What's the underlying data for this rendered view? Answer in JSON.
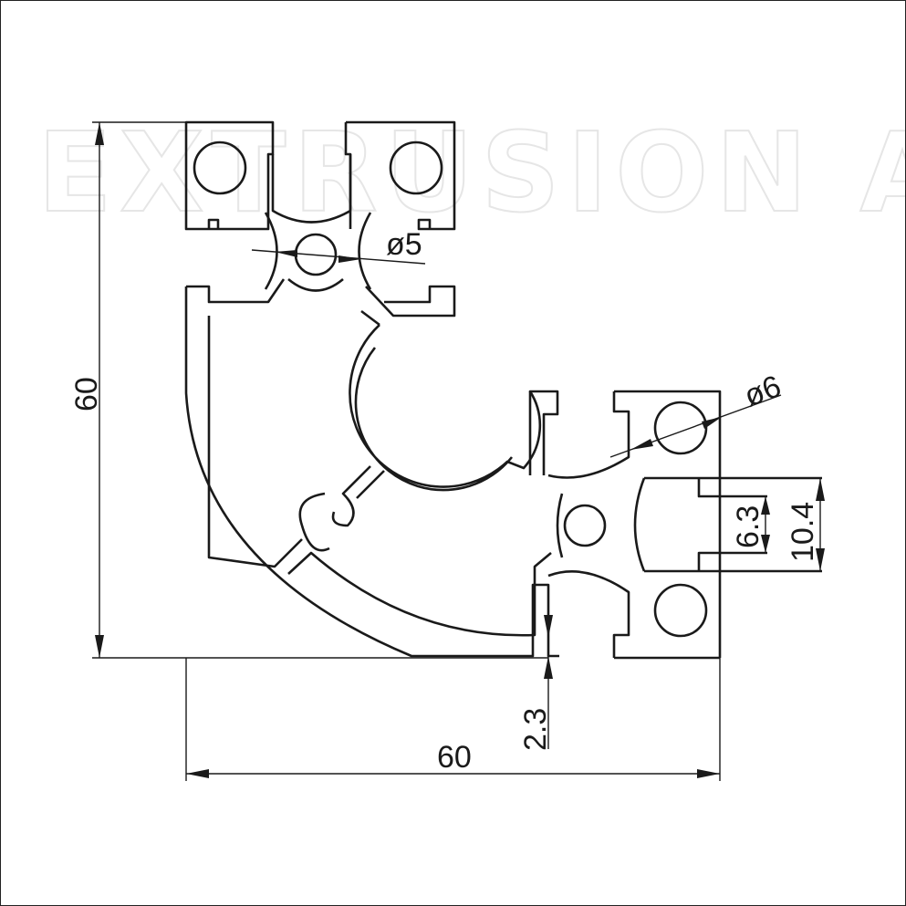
{
  "watermark": "EXTRUSION AND",
  "dimensions": {
    "height": "60",
    "width": "60",
    "center_hole_diameter": "ø5",
    "corner_hole_diameter": "ø6",
    "slot_inner_width": "6.3",
    "slot_outer_width": "10.4",
    "wall_thickness": "2.3"
  },
  "colors": {
    "line": "#1a1a1a",
    "watermark": "#e6e6e6"
  }
}
